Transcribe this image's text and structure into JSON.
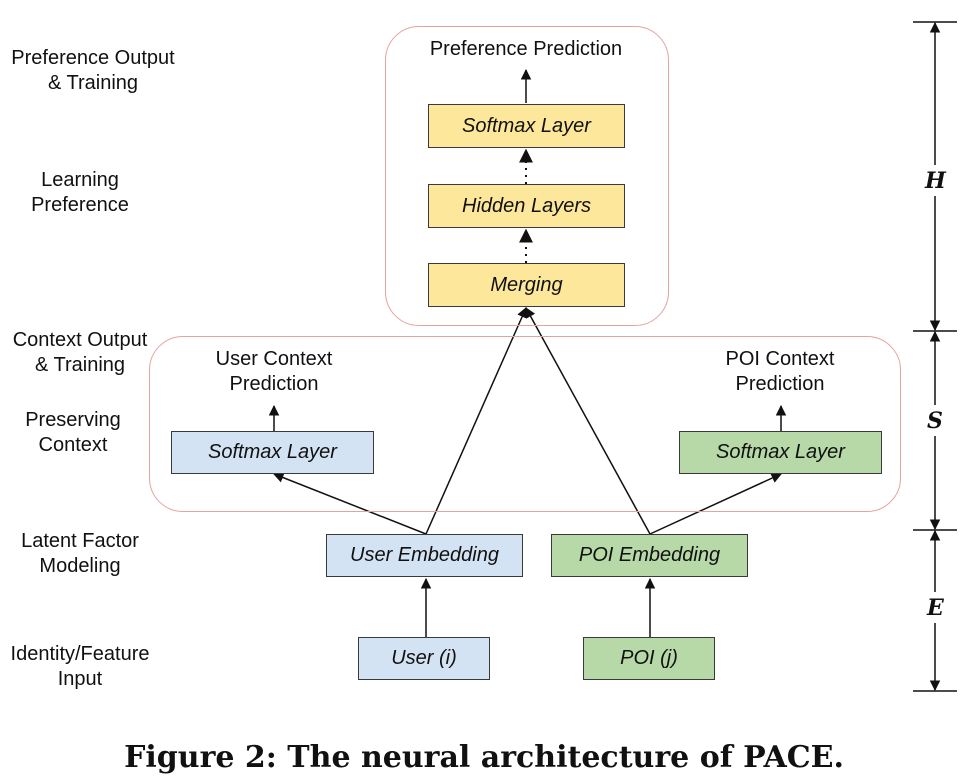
{
  "left_labels": {
    "preference_output": "Preference Output\n& Training",
    "learning_preference": "Learning\nPreference",
    "context_output": "Context Output\n& Training",
    "preserving_context": "Preserving\nContext",
    "latent_factor": "Latent Factor\nModeling",
    "identity_input": "Identity/Feature\nInput"
  },
  "outputs": {
    "preference_prediction": "Preference Prediction",
    "user_context_prediction": "User Context\nPrediction",
    "poi_context_prediction": "POI Context\nPrediction"
  },
  "boxes": {
    "softmax_top": "Softmax Layer",
    "hidden_layers": "Hidden Layers",
    "merging": "Merging",
    "softmax_user": "Softmax Layer",
    "softmax_poi": "Softmax Layer",
    "user_embedding": "User Embedding",
    "poi_embedding": "POI Embedding",
    "user_input": "User (i)",
    "poi_input": "POI (j)"
  },
  "scale_labels": {
    "h": "H",
    "s": "S",
    "e": "E"
  },
  "colors": {
    "yellow": "#fde79a",
    "blue": "#d4e3f4",
    "green": "#b6d9a7",
    "region_border": "#e4a3a3"
  },
  "caption": "Figure 2: The neural architecture of PACE."
}
